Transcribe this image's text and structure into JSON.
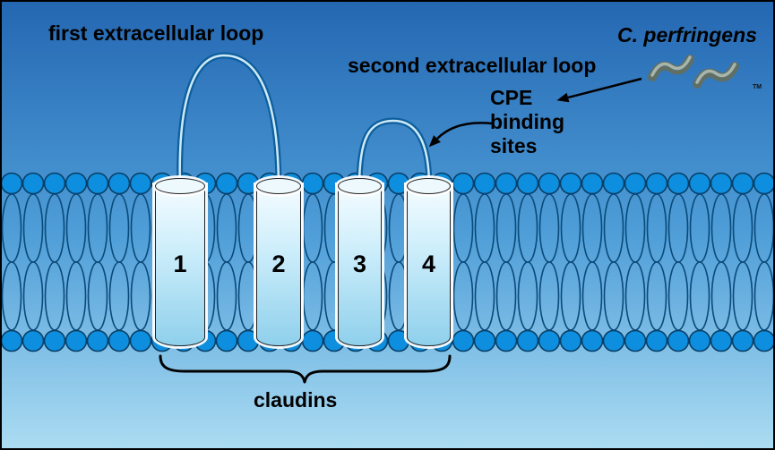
{
  "colors": {
    "bg_top": "#2467b2",
    "bg_mid": "#4f9ed8",
    "bg_bottom": "#abdcf2",
    "head_fill": "#0e8ede",
    "head_stroke": "#083e66",
    "tail_stroke": "#0a4a7a",
    "loop_outer": "#0d5f9e",
    "loop_inner": "#cfeaf7",
    "cyl_top": "#f4fcff",
    "cyl_bottom": "#8fd0ec",
    "bacteria_body": "#5f6f66",
    "bacteria_highlight": "#a7b5ac"
  },
  "labels": {
    "first_loop": "first extracellular loop",
    "second_loop": "second extracellular loop",
    "organism": "C. perfringens",
    "cpe_lines": [
      "CPE",
      "binding",
      "sites"
    ],
    "claudins": "claudins",
    "trademark": "TM"
  },
  "domains": [
    "1",
    "2",
    "3",
    "4"
  ]
}
